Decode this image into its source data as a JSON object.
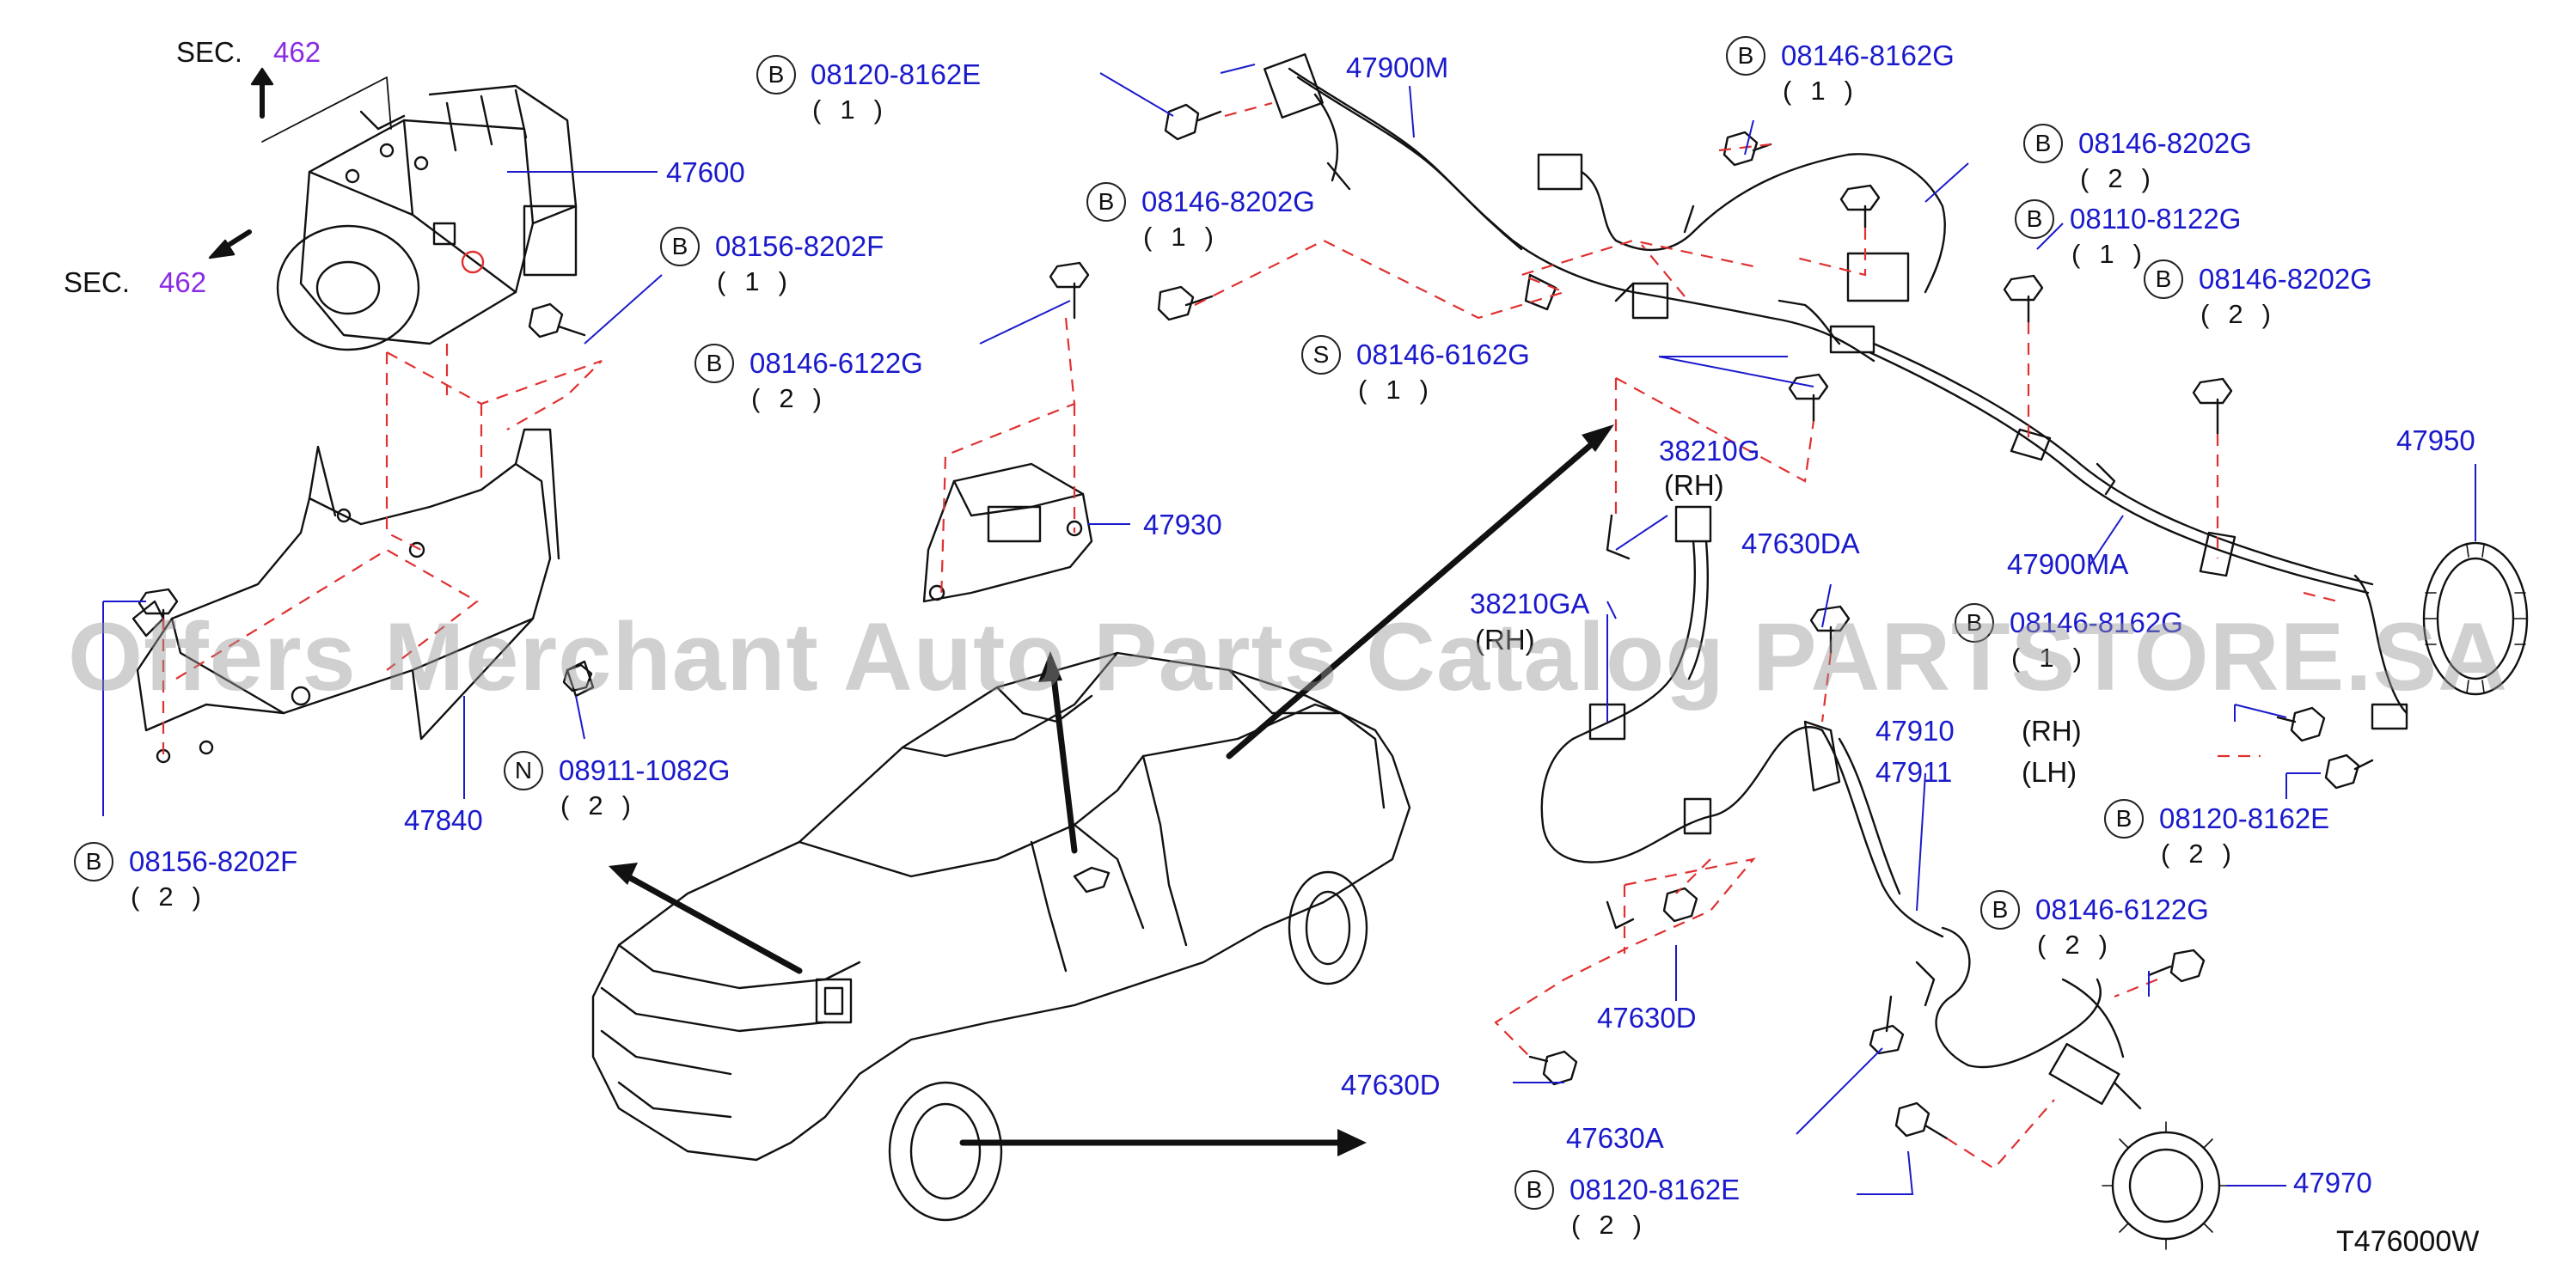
{
  "diagram": {
    "sections": [
      {
        "prefix": "SEC.",
        "number": "462"
      },
      {
        "prefix": "SEC.",
        "number": "462"
      }
    ],
    "parts": {
      "p47600": "47600",
      "p47900M": "47900M",
      "p47930": "47930",
      "p47840": "47840",
      "p38210G": "38210G",
      "p38210G_side": "(RH)",
      "p38210GA": "38210GA",
      "p38210GA_side": "(RH)",
      "p47630DA": "47630DA",
      "p47900MA": "47900MA",
      "p47950": "47950",
      "p47910": "47910",
      "p47910_side": "(RH)",
      "p47911": "47911",
      "p47911_side": "(LH)",
      "p47630D_a": "47630D",
      "p47630D_b": "47630D",
      "p47630A": "47630A",
      "p47970": "47970"
    },
    "bolts": [
      {
        "badge": "B",
        "number": "08120-8162E",
        "qty": "(1)"
      },
      {
        "badge": "B",
        "number": "08146-8162G",
        "qty": "(1)"
      },
      {
        "badge": "B",
        "number": "08146-8202G",
        "qty": "(2)"
      },
      {
        "badge": "B",
        "number": "08146-8202G",
        "qty": "(1)"
      },
      {
        "badge": "B",
        "number": "08156-8202F",
        "qty": "(1)"
      },
      {
        "badge": "B",
        "number": "08146-6122G",
        "qty": "(2)"
      },
      {
        "badge": "S",
        "number": "08146-6162G",
        "qty": "(1)"
      },
      {
        "badge": "B",
        "number": "08110-8122G",
        "qty": "(1)"
      },
      {
        "badge": "B",
        "number": "08146-8202G",
        "qty": "(2)"
      },
      {
        "badge": "B",
        "number": "08146-8162G",
        "qty": "(1)"
      },
      {
        "badge": "N",
        "number": "08911-1082G",
        "qty": "(2)"
      },
      {
        "badge": "B",
        "number": "08156-8202F",
        "qty": "(2)"
      },
      {
        "badge": "B",
        "number": "08120-8162E",
        "qty": "(2)"
      },
      {
        "badge": "B",
        "number": "08146-6122G",
        "qty": "(2)"
      },
      {
        "badge": "B",
        "number": "08120-8162E",
        "qty": "(2)"
      }
    ],
    "watermark": "Offers Merchant Auto Parts Catalog PARTSTORE.SA",
    "diagram_code": "T476000W",
    "colors": {
      "part_label": "#1a1acc",
      "section_number": "#8a2be2",
      "leader": "#1a1acc",
      "dashed": "#e03030",
      "line_art": "#111111"
    }
  }
}
